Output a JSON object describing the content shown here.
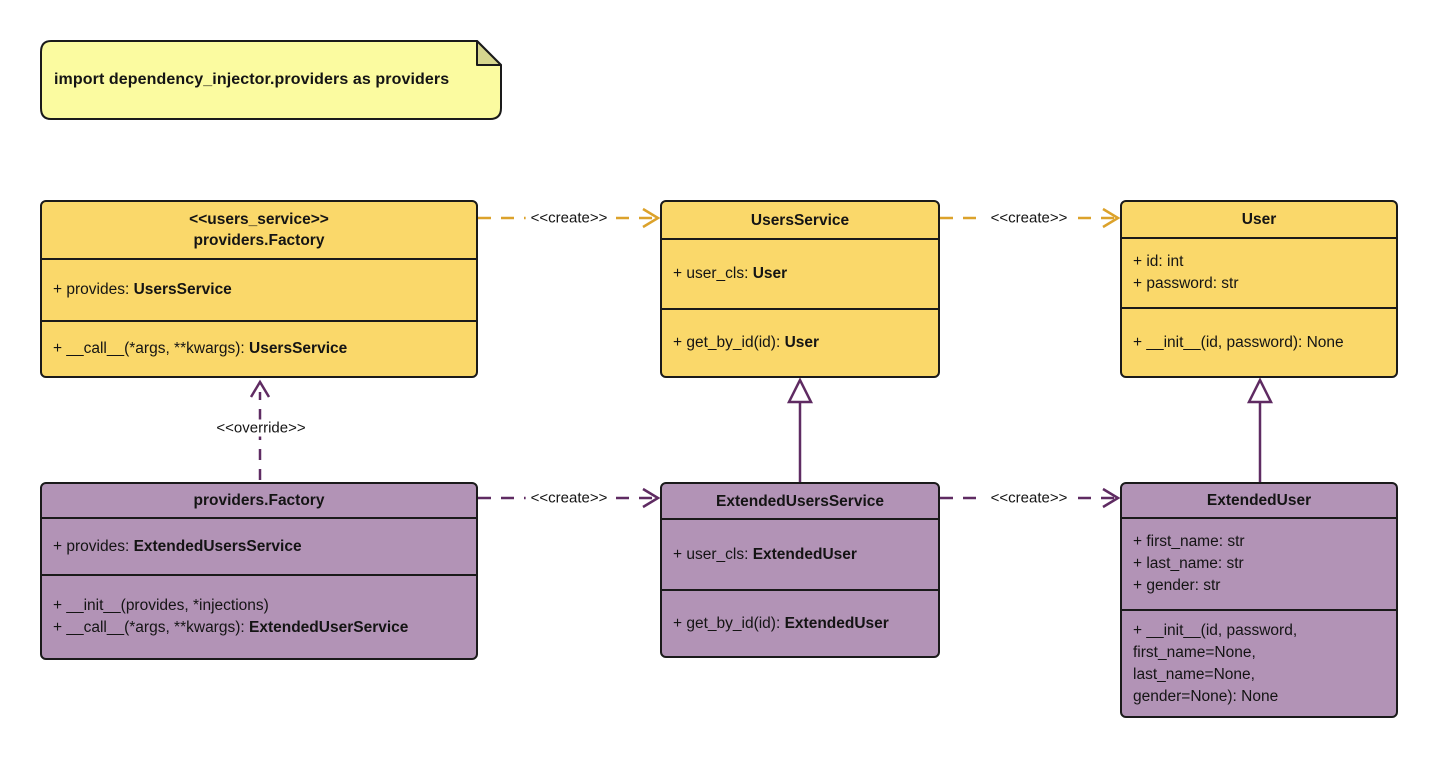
{
  "note": {
    "text": "import dependency_injector.providers as providers"
  },
  "colors": {
    "class_fill_yellow": "#FAD86A",
    "class_fill_purple": "#B293B6",
    "note_fill": "#FBFBA0",
    "note_fold": "#D6D68E",
    "border": "#1a1a1a",
    "create_arrow_gold": "#DCA22B",
    "arrow_purple": "#5F2B62"
  },
  "classes": [
    {
      "stereotype": "<<users_service>>",
      "name": "providers.Factory",
      "attributes": [
        {
          "text": "+ provides: ",
          "type": "UsersService"
        }
      ],
      "methods": [
        {
          "text": "+ __call__(*args, **kwargs): ",
          "type": "UsersService"
        }
      ]
    },
    {
      "name": "UsersService",
      "attributes": [
        {
          "text": "+ user_cls: ",
          "type": "User"
        }
      ],
      "methods": [
        {
          "text": "+ get_by_id(id): ",
          "type": "User"
        }
      ]
    },
    {
      "name": "User",
      "attributes": [
        {
          "text": "+ id: int"
        },
        {
          "text": "+ password: str"
        }
      ],
      "methods": [
        {
          "text": "+ __init__(id, password): None"
        }
      ]
    },
    {
      "name": "providers.Factory",
      "attributes": [
        {
          "text": "+ provides: ",
          "type": "ExtendedUsersService"
        }
      ],
      "methods": [
        {
          "text": "+ __init__(provides, *injections)"
        },
        {
          "text": "+ __call__(*args, **kwargs): ",
          "type": "ExtendedUserService"
        }
      ]
    },
    {
      "name": "ExtendedUsersService",
      "attributes": [
        {
          "text": "+ user_cls: ",
          "type": "ExtendedUser"
        }
      ],
      "methods": [
        {
          "text": "+ get_by_id(id): ",
          "type": "ExtendedUser"
        }
      ]
    },
    {
      "name": "ExtendedUser",
      "attributes": [
        {
          "text": "+ first_name: str"
        },
        {
          "text": "+ last_name: str"
        },
        {
          "text": "+ gender: str"
        }
      ],
      "methods": [
        {
          "text": "+ __init__(id, password,"
        },
        {
          "text": "first_name=None,"
        },
        {
          "text": "last_name=None,"
        },
        {
          "text": "gender=None): None"
        }
      ]
    }
  ],
  "edges": [
    {
      "label": "<<create>>",
      "from": "providers.Factory <<users_service>>",
      "to": "UsersService",
      "style": "dashed-gold"
    },
    {
      "label": "<<create>>",
      "from": "UsersService",
      "to": "User",
      "style": "dashed-gold"
    },
    {
      "label": "<<create>>",
      "from": "providers.Factory",
      "to": "ExtendedUsersService",
      "style": "dashed-purple"
    },
    {
      "label": "<<create>>",
      "from": "ExtendedUsersService",
      "to": "ExtendedUser",
      "style": "dashed-purple"
    },
    {
      "label": "<<override>>",
      "from": "providers.Factory",
      "to": "providers.Factory <<users_service>>",
      "style": "dashed-purple"
    },
    {
      "label": "",
      "type": "inheritance",
      "from": "ExtendedUsersService",
      "to": "UsersService"
    },
    {
      "label": "",
      "type": "inheritance",
      "from": "ExtendedUser",
      "to": "User"
    }
  ]
}
